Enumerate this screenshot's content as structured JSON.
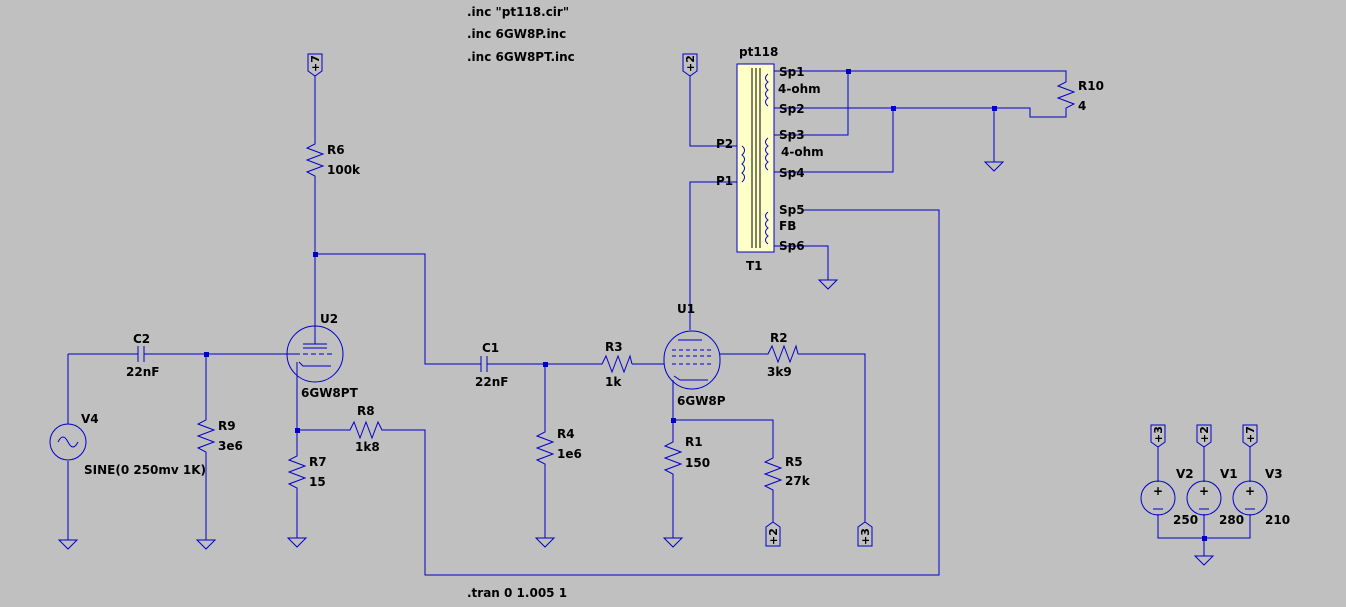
{
  "directives": {
    "inc1": ".inc \"pt118.cir\"",
    "inc2": ".inc 6GW8P.inc",
    "inc3": ".inc 6GW8PT.inc",
    "tran": ".tran 0 1.005 1"
  },
  "components": {
    "R6": {
      "name": "R6",
      "value": "100k"
    },
    "R8": {
      "name": "R8",
      "value": "1k8"
    },
    "R7": {
      "name": "R7",
      "value": "15"
    },
    "R9": {
      "name": "R9",
      "value": "3e6"
    },
    "R4": {
      "name": "R4",
      "value": "1e6"
    },
    "R3": {
      "name": "R3",
      "value": "1k"
    },
    "R2": {
      "name": "R2",
      "value": "3k9"
    },
    "R1": {
      "name": "R1",
      "value": "150"
    },
    "R5": {
      "name": "R5",
      "value": "27k"
    },
    "R10": {
      "name": "R10",
      "value": "4"
    },
    "C2": {
      "name": "C2",
      "value": "22nF"
    },
    "C1": {
      "name": "C1",
      "value": "22nF"
    },
    "U2": {
      "name": "U2",
      "model": "6GW8PT"
    },
    "U1": {
      "name": "U1",
      "model": "6GW8P"
    },
    "V4": {
      "name": "V4",
      "value": "SINE(0 250mv 1K)"
    },
    "V2": {
      "name": "V2",
      "value": "250"
    },
    "V1": {
      "name": "V1",
      "value": "280"
    },
    "V3": {
      "name": "V3",
      "value": "210"
    },
    "T1": {
      "name": "T1",
      "model": "pt118"
    }
  },
  "transformer_pins": {
    "sp1": "Sp1",
    "sp2": "Sp2",
    "sp3": "Sp3",
    "sp4": "Sp4",
    "sp5": "Sp5",
    "sp6": "Sp6",
    "p1": "P1",
    "p2": "P2",
    "ohm1": "4-ohm",
    "ohm2": "4-ohm",
    "fb": "FB"
  },
  "power_flags": {
    "p7a": "+7",
    "p2a": "+2",
    "p2b": "+2",
    "p3a": "+3",
    "p3b": "+3",
    "p2c": "+2",
    "p7b": "+7"
  },
  "colors": {
    "wire": "#0000c8",
    "background": "#c0c0c0",
    "transformer_fill": "#ffffc8"
  }
}
